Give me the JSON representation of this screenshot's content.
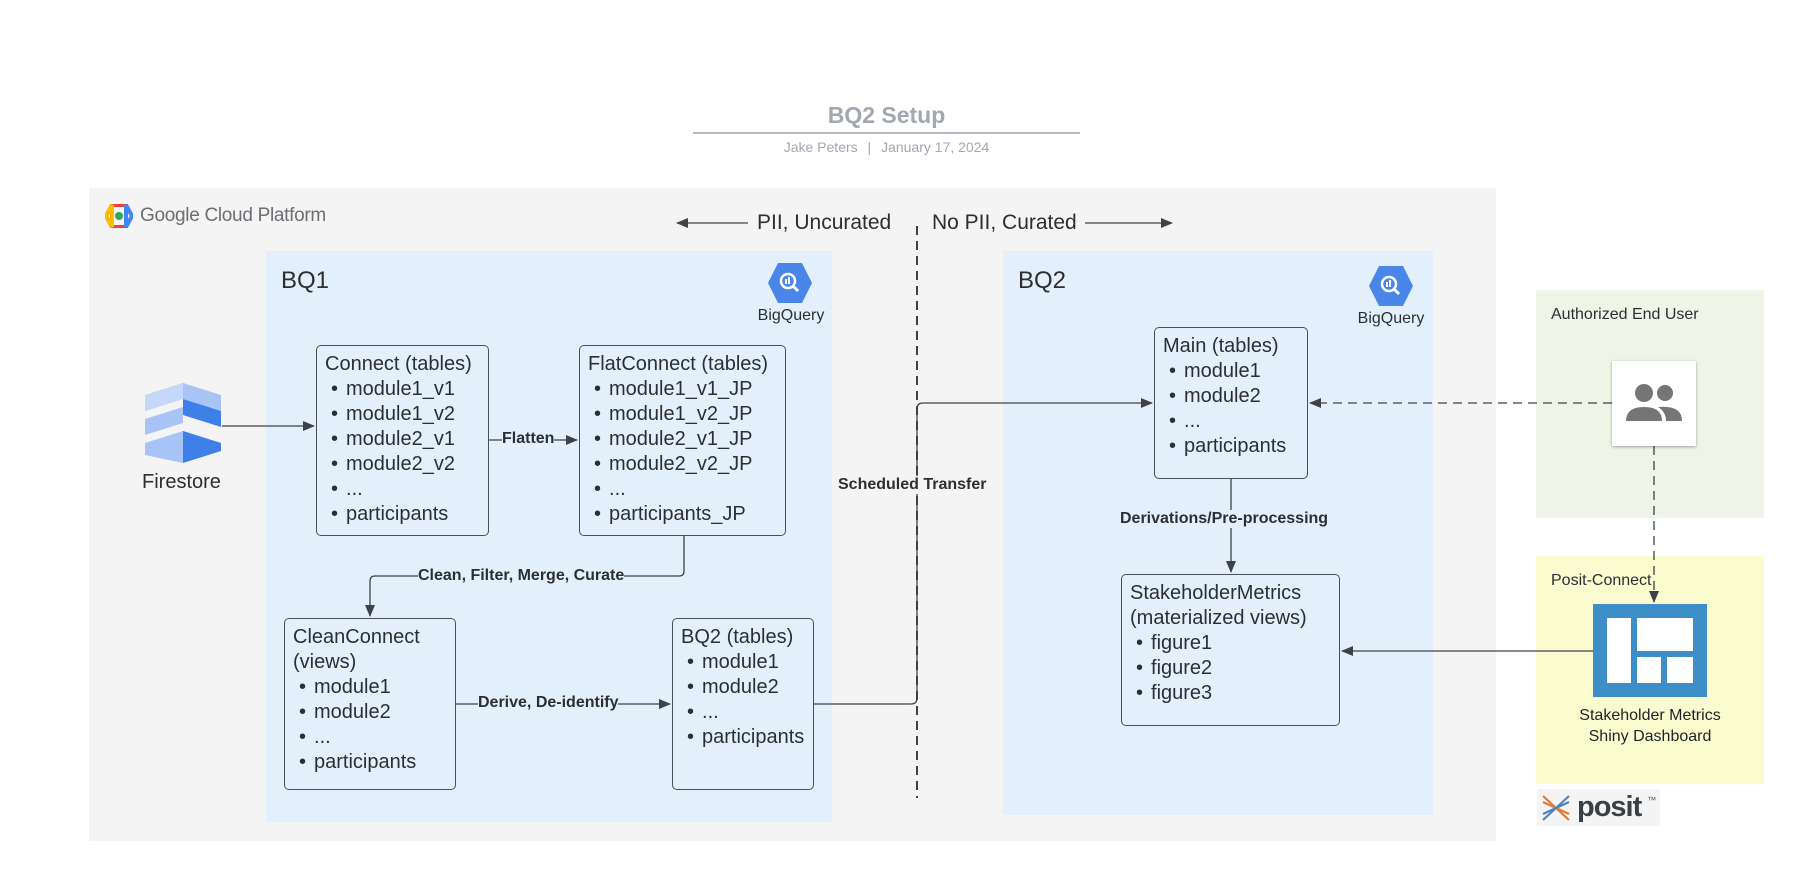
{
  "header": {
    "title": "BQ2 Setup",
    "author": "Jake Peters",
    "separator": "|",
    "date": "January 17, 2024"
  },
  "gcp": {
    "logo_text": "Google Cloud Platform"
  },
  "divider": {
    "left_label": "PII, Uncurated",
    "right_label": "No PII, Curated",
    "transfer_label": "Scheduled Transfer"
  },
  "bq1": {
    "title": "BQ1",
    "icon_label": "BigQuery",
    "firestore_label": "Firestore",
    "connect": {
      "title": "Connect (tables)",
      "items": [
        "module1_v1",
        "module1_v2",
        "module2_v1",
        "module2_v2",
        "...",
        "participants"
      ]
    },
    "flatconnect": {
      "title": "FlatConnect (tables)",
      "items": [
        "module1_v1_JP",
        "module1_v2_JP",
        "module2_v1_JP",
        "module2_v2_JP",
        "...",
        "participants_JP"
      ]
    },
    "cleanconnect": {
      "title_line1": "CleanConnect",
      "title_line2": "(views)",
      "items": [
        "module1",
        "module2",
        "...",
        "participants"
      ]
    },
    "bq2tables": {
      "title": "BQ2 (tables)",
      "items": [
        "module1",
        "module2",
        "...",
        "participants"
      ]
    },
    "edges": {
      "flatten": "Flatten",
      "clean": "Clean, Filter, Merge, Curate",
      "derive": "Derive, De-identify"
    }
  },
  "bq2": {
    "title": "BQ2",
    "icon_label": "BigQuery",
    "main": {
      "title": "Main (tables)",
      "items": [
        "module1",
        "module2",
        "...",
        "participants"
      ]
    },
    "stakeholder": {
      "title_line1": "StakeholderMetrics",
      "title_line2": "(materialized views)",
      "items": [
        "figure1",
        "figure2",
        "figure3"
      ]
    },
    "edges": {
      "derivations": "Derivations/Pre-processing"
    }
  },
  "end_user": {
    "label": "Authorized End User",
    "icon": "group-icon"
  },
  "posit_connect": {
    "label": "Posit-Connect",
    "dashboard_line1": "Stakeholder Metrics",
    "dashboard_line2": "Shiny Dashboard",
    "logo_text": "posit",
    "logo_tm": "™"
  },
  "colors": {
    "bigquery_blue": "#4a86e8",
    "dashboard_blue": "#3d8fc7",
    "firestore_dark": "#3f7fe8",
    "firestore_light": "#a8c4f7",
    "zone_blue": "#e3f0fb",
    "gcp_gray": "#f4f4f4",
    "user_green": "#eef5e7",
    "posit_yellow": "#fafbcf"
  }
}
